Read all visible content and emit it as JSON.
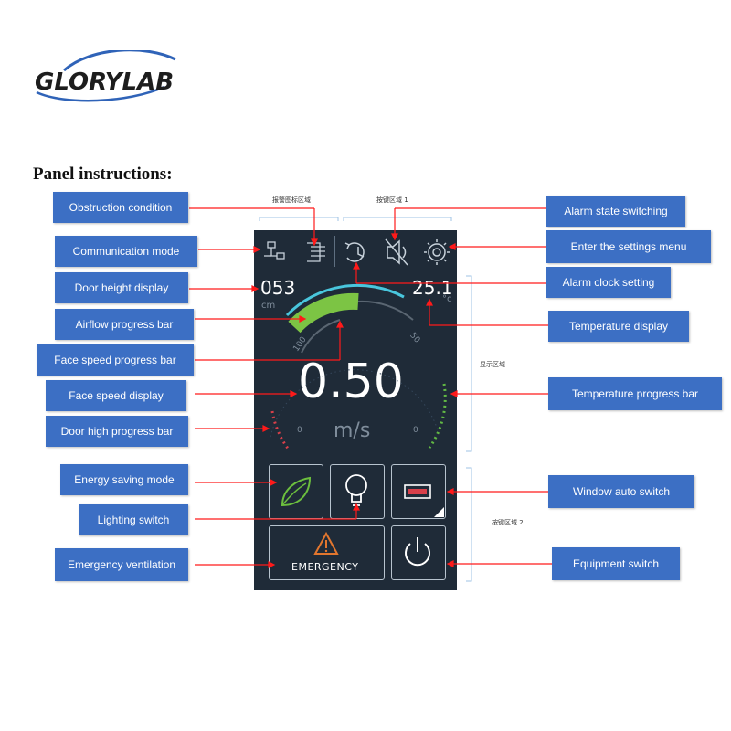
{
  "logo": {
    "text": "GLORYLAB"
  },
  "heading": "Panel instructions:",
  "regions": {
    "alarm_icon_area": "报警图标区域",
    "key_area_1": "按键区域 1",
    "display_area": "显示区域",
    "key_area_2": "按键区域 2"
  },
  "labels": {
    "obstruction": "Obstruction condition",
    "communication": "Communication mode",
    "door_height_display": "Door height display",
    "airflow_bar": "Airflow progress bar",
    "face_speed_bar": "Face speed progress bar",
    "face_speed_display": "Face speed display",
    "door_high_bar": "Door high progress bar",
    "energy_saving": "Energy saving mode",
    "lighting": "Lighting switch",
    "emergency_ventilation": "Emergency ventilation",
    "alarm_state": "Alarm state switching",
    "settings_menu": "Enter the settings menu",
    "alarm_clock": "Alarm clock setting",
    "temperature_display": "Temperature display",
    "temperature_bar": "Temperature progress bar",
    "window_auto": "Window auto switch",
    "equipment_switch": "Equipment switch"
  },
  "panel": {
    "door_height": "053",
    "door_height_unit": "cm",
    "temperature": "25.1",
    "temperature_unit": "°c",
    "face_speed": "0.50",
    "face_speed_unit": "m/s",
    "dial_label_left": "100",
    "dial_label_right": "50",
    "dial_zero_left": "0",
    "dial_zero_right": "0",
    "emergency_label": "EMERGENCY"
  },
  "colors": {
    "panel_bg": "#1f2b38",
    "label_bg": "#3c6fc4",
    "arrow": "#ff1a1a",
    "airflow_fill": "#7cc444",
    "arc_cyan": "#49c6dd",
    "temp_green": "#62b944",
    "door_red": "#d8404a",
    "emergency_orange": "#e2762e"
  }
}
